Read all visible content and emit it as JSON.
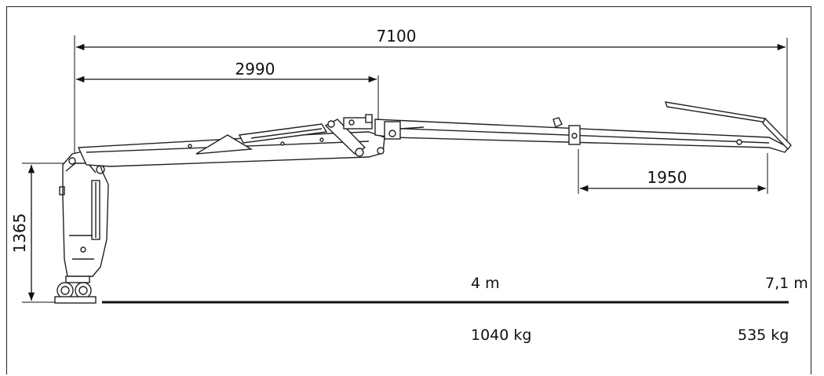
{
  "dimensions": {
    "total_reach": "7100",
    "inner_boom": "2990",
    "extension": "1950",
    "column_height": "1365"
  },
  "capacity_table": {
    "reach_near": "4 m",
    "reach_far": "7,1 m",
    "load_near": "1040 kg",
    "load_far": "535 kg"
  }
}
